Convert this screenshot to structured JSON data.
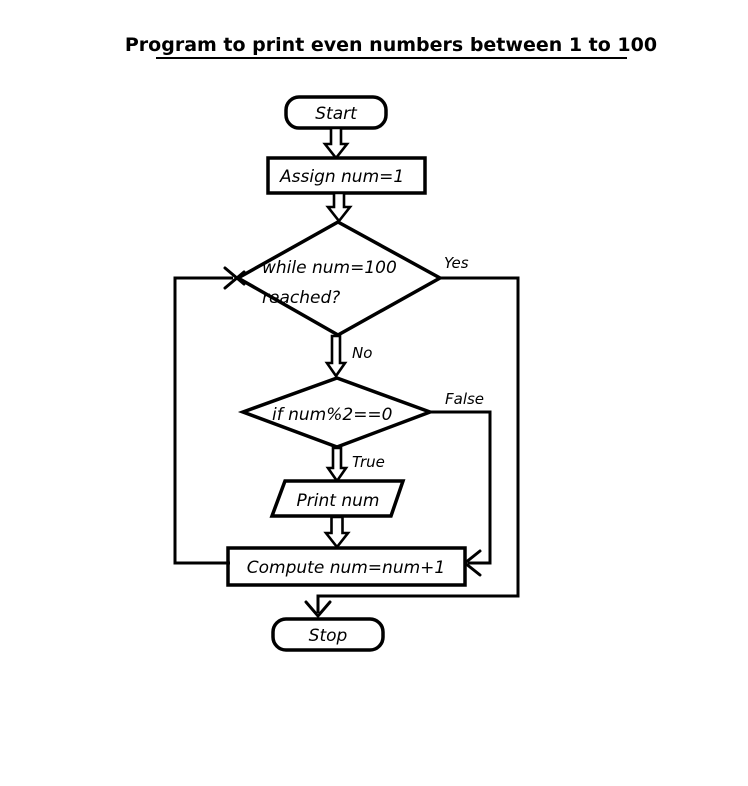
{
  "title": "Program to print even numbers between 1 to 100",
  "nodes": {
    "start": {
      "type": "terminator",
      "label": "Start"
    },
    "assign": {
      "type": "process",
      "label": "Assign num=1"
    },
    "while_decision": {
      "type": "decision",
      "label_line1": "while num=100",
      "label_line2": "reached?"
    },
    "mod_decision": {
      "type": "decision",
      "label": "if num%2==0"
    },
    "print": {
      "type": "input-output",
      "label": "Print num"
    },
    "compute": {
      "type": "process",
      "label": "Compute num=num+1"
    },
    "stop": {
      "type": "terminator",
      "label": "Stop"
    }
  },
  "edge_labels": {
    "yes": "Yes",
    "no": "No",
    "true_branch": "True",
    "false_branch": "False"
  },
  "colors": {
    "stroke": "#000000",
    "background": "#ffffff"
  }
}
